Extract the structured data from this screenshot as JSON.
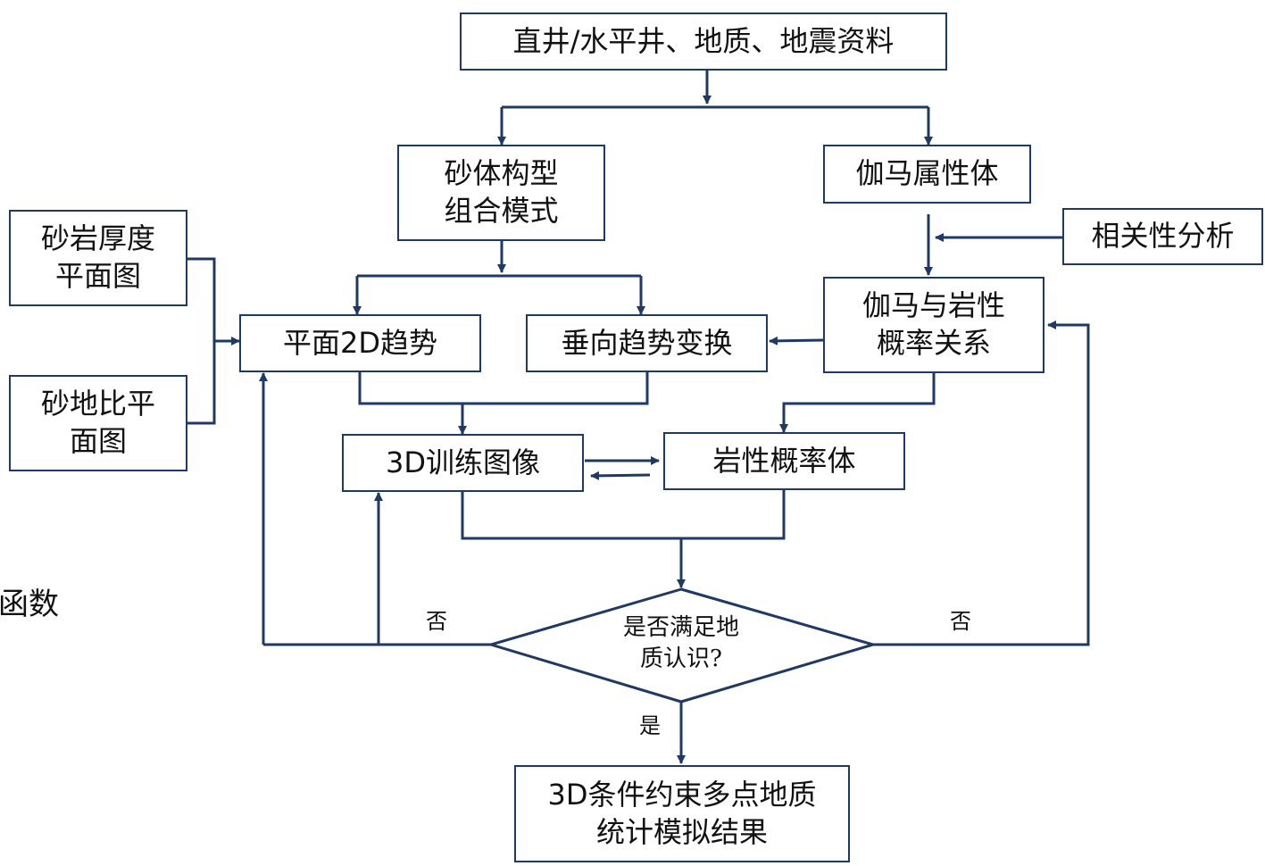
{
  "nodes": {
    "source_data": "直井/水平井、地质、地震资料",
    "sand_pattern": "砂体构型\n组合模式",
    "gamma_attr": "伽马属性体",
    "correlation": "相关性分析",
    "sand_thickness_map": "砂岩厚度\n平面图",
    "sand_ratio_map": "砂地比平\n面图",
    "planar_2d_trend": "平面2D趋势",
    "vertical_trend": "垂向趋势变换",
    "gamma_litho": "伽马与岩性\n概率关系",
    "training_image": "3D训练图像",
    "litho_prob_volume": "岩性概率体",
    "decision": "是否满足地\n质认识?",
    "result": "3D条件约束多点地质\n统计模拟结果"
  },
  "edge_labels": {
    "no_left": "否",
    "no_right": "否",
    "yes": "是"
  },
  "cutoff_text": "函数",
  "colors": {
    "line": "#1f3864",
    "box_border": "#1f3864"
  }
}
